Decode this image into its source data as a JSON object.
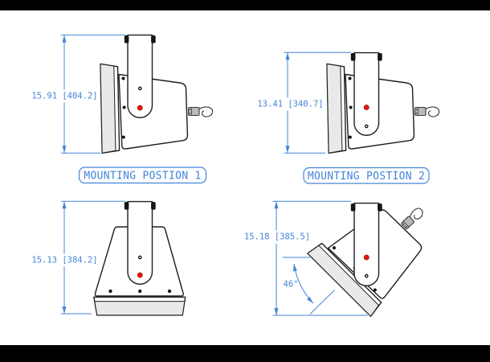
{
  "drawing": {
    "views": {
      "side1": {
        "dimension": "15.91 [404.2]",
        "caption": "MOUNTING POSTION 1"
      },
      "side2": {
        "dimension": "13.41 [340.7]",
        "caption": "MOUNTING POSTION 2"
      },
      "front": {
        "dimension": "15.13 [384.2]"
      },
      "tilted": {
        "dimension": "15.18 [385.5]",
        "angle": "46°"
      }
    },
    "colors": {
      "dimension_blue": "#4385d8",
      "outline_black": "#1f1f1f",
      "panel_gray": "#e9e9e9",
      "indicator_red": "#ec1409",
      "letterbox": "#000000"
    }
  }
}
